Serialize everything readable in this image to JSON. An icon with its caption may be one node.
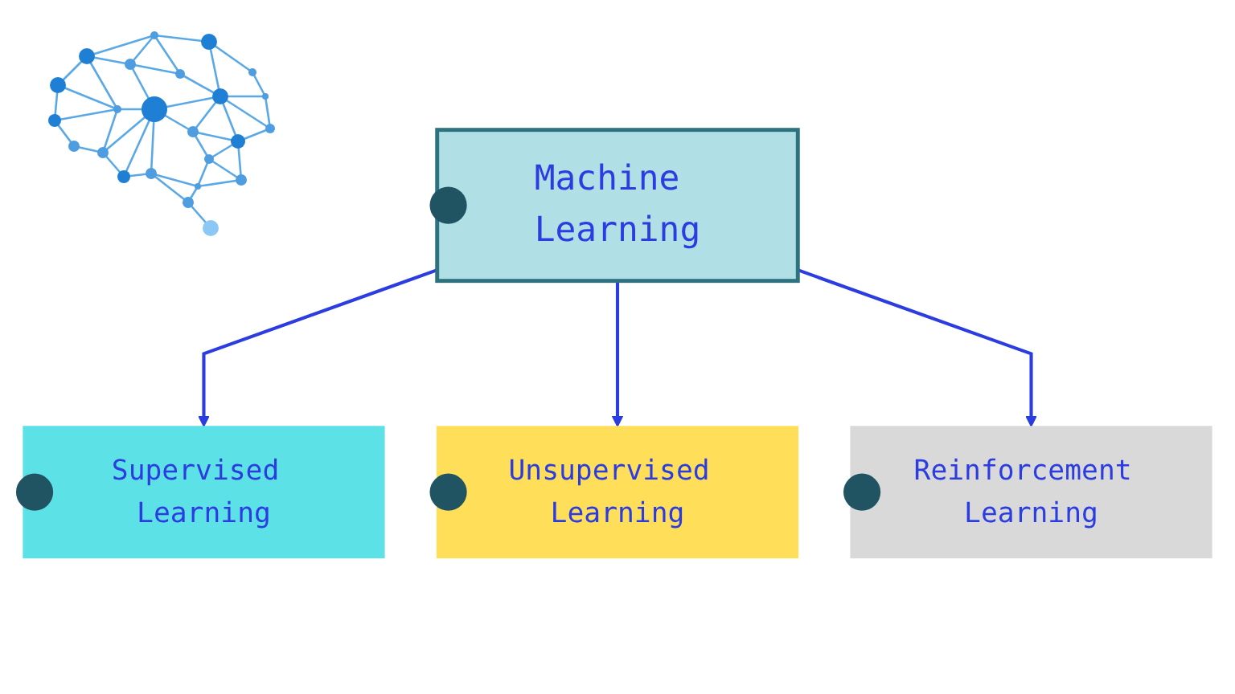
{
  "diagram": {
    "nodes": [
      {
        "text": [
          "Machine Learning"
        ]
      },
      {
        "text": [
          "Supervised Learning"
        ]
      },
      {
        "text": [
          "Unsupervised Learning"
        ]
      },
      {
        "text": [
          "Reinforcement Learning"
        ]
      }
    ],
    "edges": [
      {
        "from": 0,
        "to": 1,
        "arrow": "to"
      },
      {
        "from": 0,
        "to": 2,
        "arrow": "to"
      },
      {
        "from": 0,
        "to": 3,
        "arrow": "to"
      }
    ]
  }
}
